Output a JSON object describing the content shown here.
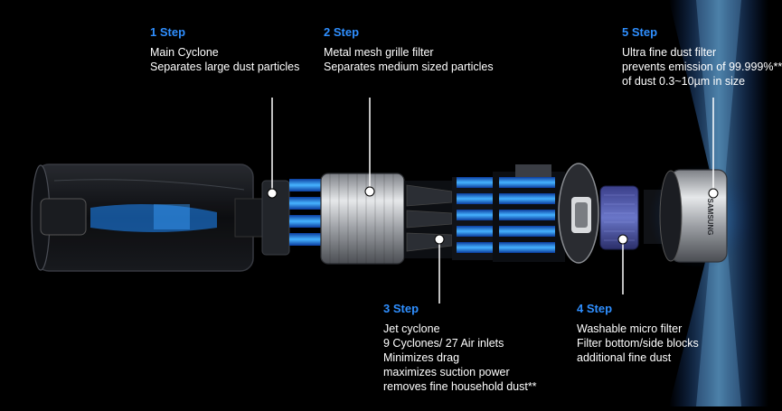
{
  "steps": [
    {
      "step": "1 Step",
      "lines": [
        "Main Cyclone",
        "Separates large dust particles"
      ]
    },
    {
      "step": "2 Step",
      "lines": [
        "Metal mesh grille filter",
        "Separates medium sized particles"
      ]
    },
    {
      "step": "3 Step",
      "lines": [
        "Jet cyclone",
        "9 Cyclones/ 27 Air inlets",
        "Minimizes drag",
        "maximizes suction power",
        "removes fine household dust**"
      ]
    },
    {
      "step": "4 Step",
      "lines": [
        "Washable micro filter",
        "Filter bottom/side blocks",
        "additional fine dust"
      ]
    },
    {
      "step": "5 Step",
      "lines": [
        "Ultra fine dust filter",
        "prevents emission of 99.999%**",
        "of dust  0.3~10µm  in size"
      ]
    }
  ],
  "brand_mark": "SAMSUNG",
  "colors": {
    "background": "#000000",
    "step_heading": "#2f8fff",
    "airflow": "#1e8bff",
    "text": "#ffffff"
  }
}
